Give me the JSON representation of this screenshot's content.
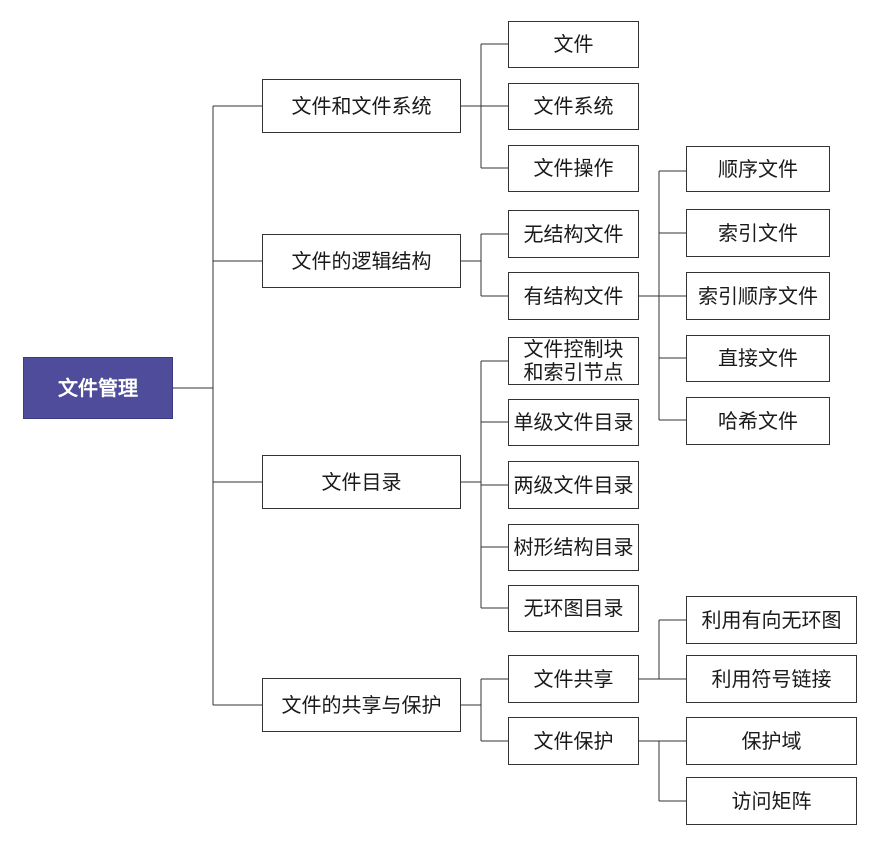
{
  "diagram": {
    "root": "文件管理",
    "branches": {
      "files_and_fs": {
        "label": "文件和文件系统",
        "children": {
          "file": "文件",
          "file_system": "文件系统",
          "file_ops": "文件操作"
        }
      },
      "logical_structure": {
        "label": "文件的逻辑结构",
        "children": {
          "unstructured": "无结构文件",
          "structured": "有结构文件"
        },
        "structured_children": {
          "sequential": "顺序文件",
          "indexed": "索引文件",
          "indexed_sequential": "索引顺序文件",
          "direct": "直接文件",
          "hash": "哈希文件"
        }
      },
      "directory": {
        "label": "文件目录",
        "children": {
          "fcb_index": "文件控制块\n和索引节点",
          "single_level": "单级文件目录",
          "two_level": "两级文件目录",
          "tree": "树形结构目录",
          "acyclic": "无环图目录"
        }
      },
      "sharing_protection": {
        "label": "文件的共享与保护",
        "children": {
          "sharing": "文件共享",
          "protection": "文件保护"
        },
        "sharing_children": {
          "dag": "利用有向无环图",
          "symlink": "利用符号链接"
        },
        "protection_children": {
          "domain": "保护域",
          "matrix": "访问矩阵"
        }
      }
    }
  },
  "colors": {
    "root_fill": "#4f4c9b",
    "line": "#333333"
  }
}
